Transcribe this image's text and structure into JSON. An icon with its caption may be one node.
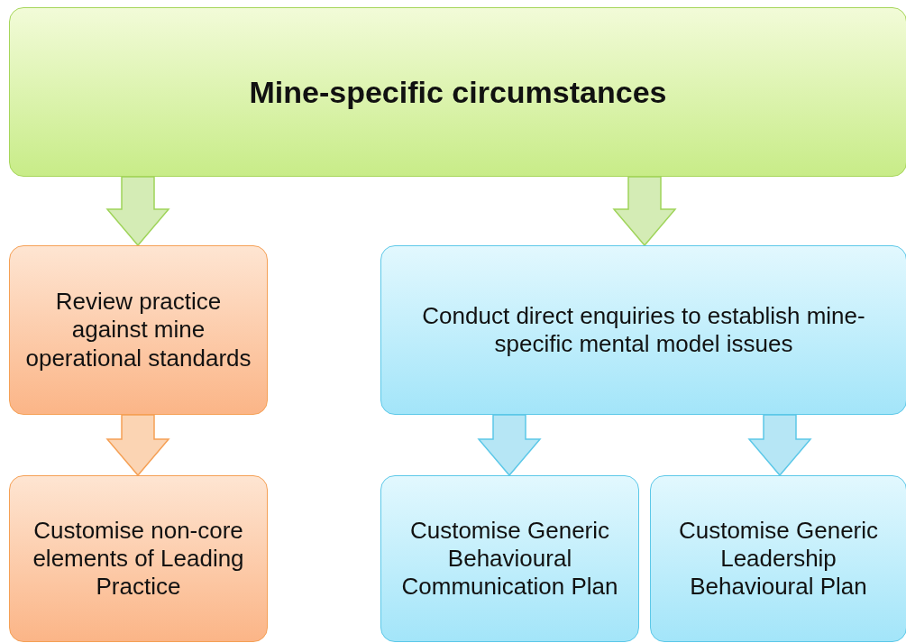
{
  "diagram": {
    "nodes": [
      {
        "text": [
          "Mine-specific circumstances"
        ]
      },
      {
        "text": [
          "Review practice against mine operational standards"
        ]
      },
      {
        "text": [
          "Customise non-core elements of Leading Practice"
        ]
      },
      {
        "text": [
          "Conduct direct enquiries to establish mine-specific mental model issues"
        ]
      },
      {
        "text": [
          "Customise Generic Behavioural Communication Plan"
        ]
      },
      {
        "text": [
          "Customise Generic Leadership Behavioural Plan"
        ]
      }
    ],
    "edges": [
      {
        "from": 0,
        "to": 1,
        "arrow": "to",
        "style": "thick",
        "color": "#9fd45a"
      },
      {
        "from": 0,
        "to": 3,
        "arrow": "to",
        "style": "thick",
        "color": "#9fd45a"
      },
      {
        "from": 1,
        "to": 2,
        "arrow": "to",
        "style": "thick",
        "color": "#f5a055"
      },
      {
        "from": 3,
        "to": 4,
        "arrow": "to",
        "style": "thick"
      },
      {
        "from": 3,
        "to": 5,
        "arrow": "to",
        "style": "thick"
      }
    ]
  }
}
